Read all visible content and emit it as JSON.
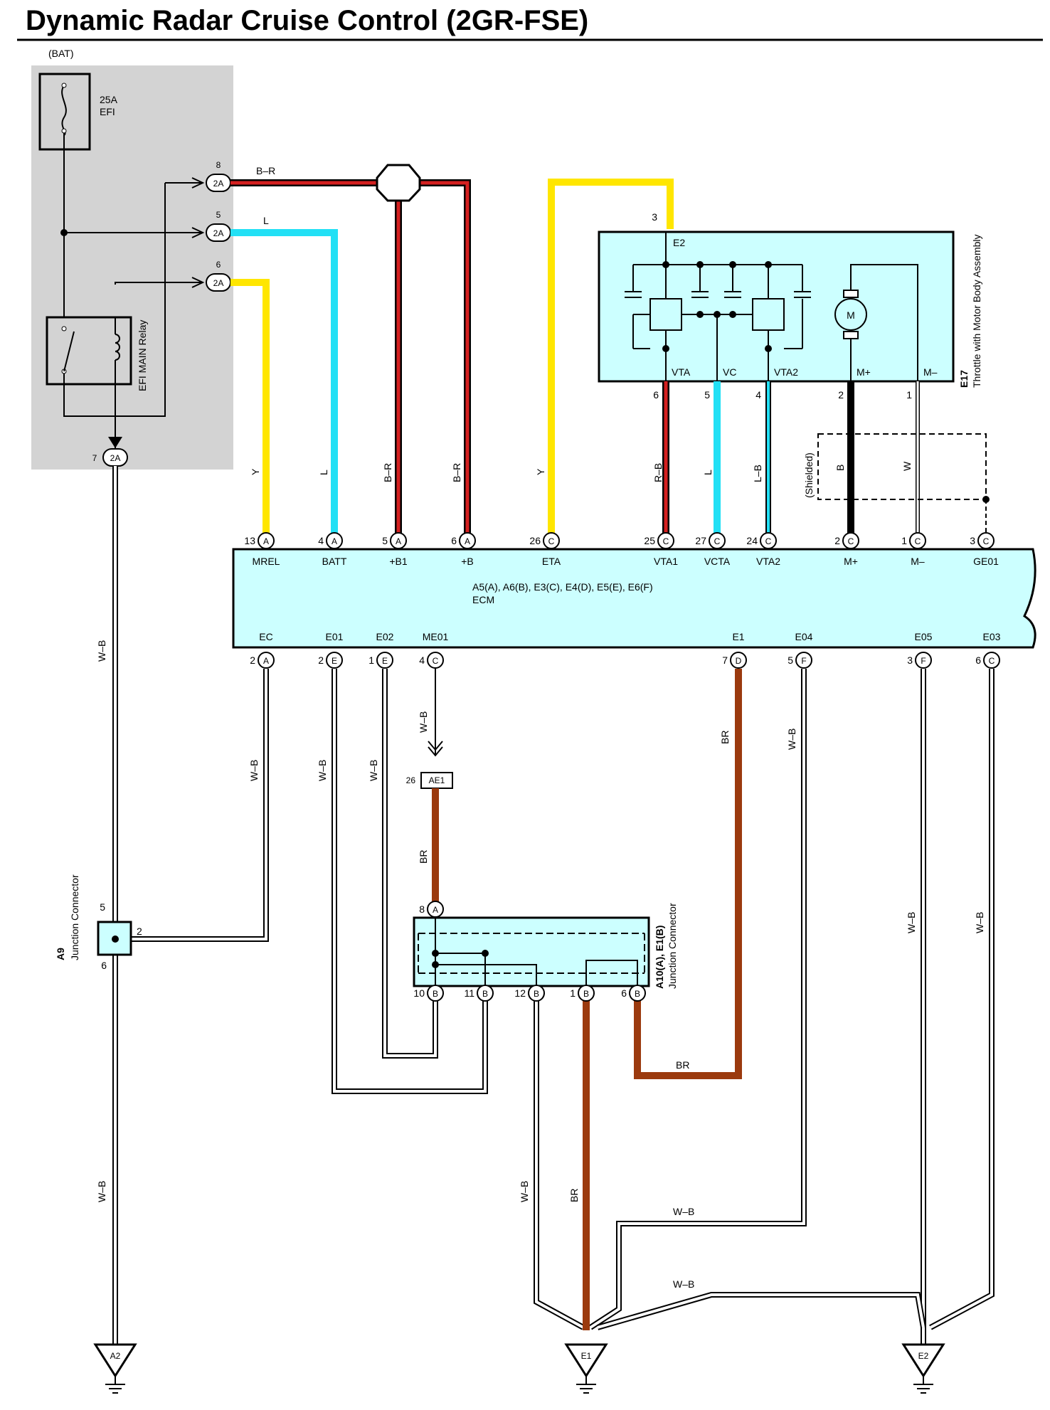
{
  "title": "Dynamic Radar Cruise Control (2GR-FSE)",
  "power": {
    "bat_label": "(BAT)",
    "fuse_rating": "25A",
    "fuse_name": "EFI",
    "relay_name": "EFI MAIN Relay"
  },
  "connectors_2a": [
    {
      "pin": "8",
      "code": "2A"
    },
    {
      "pin": "5",
      "code": "2A"
    },
    {
      "pin": "6",
      "code": "2A"
    },
    {
      "pin": "7",
      "code": "2A"
    }
  ],
  "wire_colors": {
    "br_r": "B–R",
    "l": "L",
    "y": "Y",
    "r_b": "R–B",
    "l_b": "L–B",
    "b": "B",
    "w": "W",
    "w_b": "W–B",
    "br": "BR"
  },
  "colors": {
    "yellow": "#FFE600",
    "cyan": "#22E0F5",
    "red": "#D42020",
    "brown": "#9B3A0E",
    "black": "#000000",
    "box_fill": "#CCFFFF",
    "shade": "#D3D3D3"
  },
  "throttle": {
    "id": "E17",
    "name": "Throttle with Motor Body Assembly",
    "pins": [
      {
        "num": "3",
        "name": "E2"
      },
      {
        "num": "6",
        "name": "VTA"
      },
      {
        "num": "5",
        "name": "VC"
      },
      {
        "num": "4",
        "name": "VTA2"
      },
      {
        "num": "2",
        "name": "M+"
      },
      {
        "num": "1",
        "name": "M–"
      }
    ],
    "motor": "M"
  },
  "shielded": "(Shielded)",
  "ecm": {
    "name": "ECM",
    "connectors": "A5(A), A6(B), E3(C), E4(D), E5(E), E6(F)",
    "top_pins": [
      {
        "num": "13",
        "conn": "A",
        "name": "MREL"
      },
      {
        "num": "4",
        "conn": "A",
        "name": "BATT"
      },
      {
        "num": "5",
        "conn": "A",
        "name": "+B1"
      },
      {
        "num": "6",
        "conn": "A",
        "name": "+B"
      },
      {
        "num": "26",
        "conn": "C",
        "name": "ETA"
      },
      {
        "num": "25",
        "conn": "C",
        "name": "VTA1"
      },
      {
        "num": "27",
        "conn": "C",
        "name": "VCTA"
      },
      {
        "num": "24",
        "conn": "C",
        "name": "VTA2"
      },
      {
        "num": "2",
        "conn": "C",
        "name": "M+"
      },
      {
        "num": "1",
        "conn": "C",
        "name": "M–"
      },
      {
        "num": "3",
        "conn": "C",
        "name": "GE01"
      }
    ],
    "bottom_pins": [
      {
        "num": "2",
        "conn": "A",
        "name": "EC"
      },
      {
        "num": "2",
        "conn": "E",
        "name": "E01"
      },
      {
        "num": "1",
        "conn": "E",
        "name": "E02"
      },
      {
        "num": "4",
        "conn": "C",
        "name": "ME01"
      },
      {
        "num": "7",
        "conn": "D",
        "name": "E1"
      },
      {
        "num": "5",
        "conn": "F",
        "name": "E04"
      },
      {
        "num": "3",
        "conn": "F",
        "name": "E05"
      },
      {
        "num": "6",
        "conn": "C",
        "name": "E03"
      }
    ]
  },
  "ae1": {
    "pin": "26",
    "name": "AE1"
  },
  "junction_a9": {
    "id": "A9",
    "name": "Junction Connector",
    "pins": [
      "5",
      "2",
      "6"
    ]
  },
  "junction_a10": {
    "id": "A10(A), E1(B)",
    "name": "Junction Connector",
    "top_pin": {
      "num": "8",
      "conn": "A"
    },
    "bottom_pins": [
      {
        "num": "10",
        "conn": "B"
      },
      {
        "num": "11",
        "conn": "B"
      },
      {
        "num": "12",
        "conn": "B"
      },
      {
        "num": "1",
        "conn": "B"
      },
      {
        "num": "6",
        "conn": "B"
      }
    ]
  },
  "grounds": [
    {
      "name": "A2"
    },
    {
      "name": "E1"
    },
    {
      "name": "E2"
    }
  ]
}
